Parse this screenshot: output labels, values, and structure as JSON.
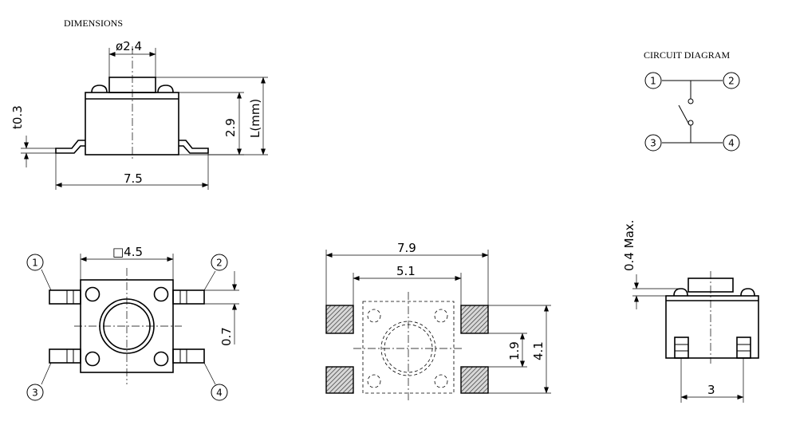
{
  "headings": {
    "dimensions": "DIMENSIONS",
    "circuit": "CIRCUIT DIAGRAM"
  },
  "side_view": {
    "stem_diameter": "ø2.4",
    "thickness": "t0.3",
    "body_height": "2.9",
    "length": "L(mm)",
    "width": "7.5"
  },
  "top_view": {
    "body_size": "□4.5",
    "pin_width": "0.7",
    "pins": [
      "1",
      "2",
      "3",
      "4"
    ]
  },
  "pcb_layout": {
    "outer_width": "7.9",
    "inner_width": "5.1",
    "pad_width": "1.9",
    "height": "4.1"
  },
  "end_view": {
    "max_height": "0.4 Max.",
    "pin_spacing": "3"
  },
  "circuit": {
    "pins": [
      "1",
      "2",
      "3",
      "4"
    ]
  }
}
